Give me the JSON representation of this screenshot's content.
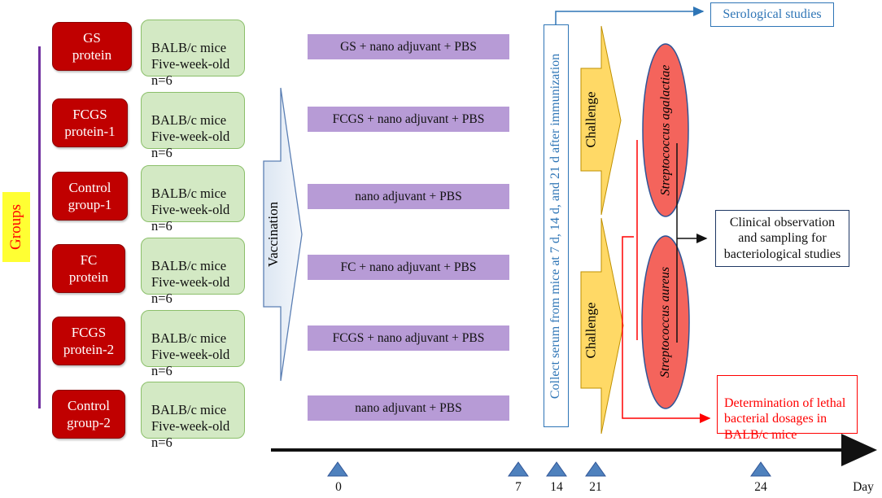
{
  "groups_label": "Groups",
  "groups": [
    {
      "name": "GS\nprotein",
      "mice": "BALB/c mice\nFive-week-old\nn=6",
      "treatment": "GS + nano adjuvant + PBS"
    },
    {
      "name": "FCGS\nprotein-1",
      "mice": "BALB/c mice\nFive-week-old\nn=6",
      "treatment": "FCGS + nano adjuvant + PBS"
    },
    {
      "name": "Control\ngroup-1",
      "mice": "BALB/c mice\nFive-week-old\nn=6",
      "treatment": "nano adjuvant + PBS"
    },
    {
      "name": "FC\nprotein",
      "mice": "BALB/c mice\nFive-week-old\nn=6",
      "treatment": "FC + nano adjuvant + PBS"
    },
    {
      "name": "FCGS\nprotein-2",
      "mice": "BALB/c mice\nFive-week-old\nn=6",
      "treatment": "FCGS + nano adjuvant + PBS"
    },
    {
      "name": "Control\ngroup-2",
      "mice": "BALB/c mice\nFive-week-old\nn=6",
      "treatment": "nano adjuvant + PBS"
    }
  ],
  "vaccination_label": "Vaccination",
  "serum_label": "Collect serum from mice at 7 d, 14 d, and 21 d after immunization",
  "serological_label": "Serological studies",
  "challenge_label": "Challenge",
  "bacteria": {
    "top": "Streptococcus  agalactiae",
    "bottom": "Streptococcus  aureus"
  },
  "clinical_label": "Clinical observation\nand sampling for\nbacteriological studies",
  "lethal_label": "Determination of lethal\nbacterial dosages in\nBALB/c mice",
  "timeline": {
    "ticks": [
      "0",
      "7",
      "14",
      "21",
      "24"
    ],
    "unit": "Day"
  },
  "colors": {
    "group": "#c00000",
    "mice": "#d3e9c4",
    "treatment": "#b79bd6",
    "challenge": "#ffd966",
    "bacteria": "#f4645c",
    "serum": "#2e75b6"
  }
}
